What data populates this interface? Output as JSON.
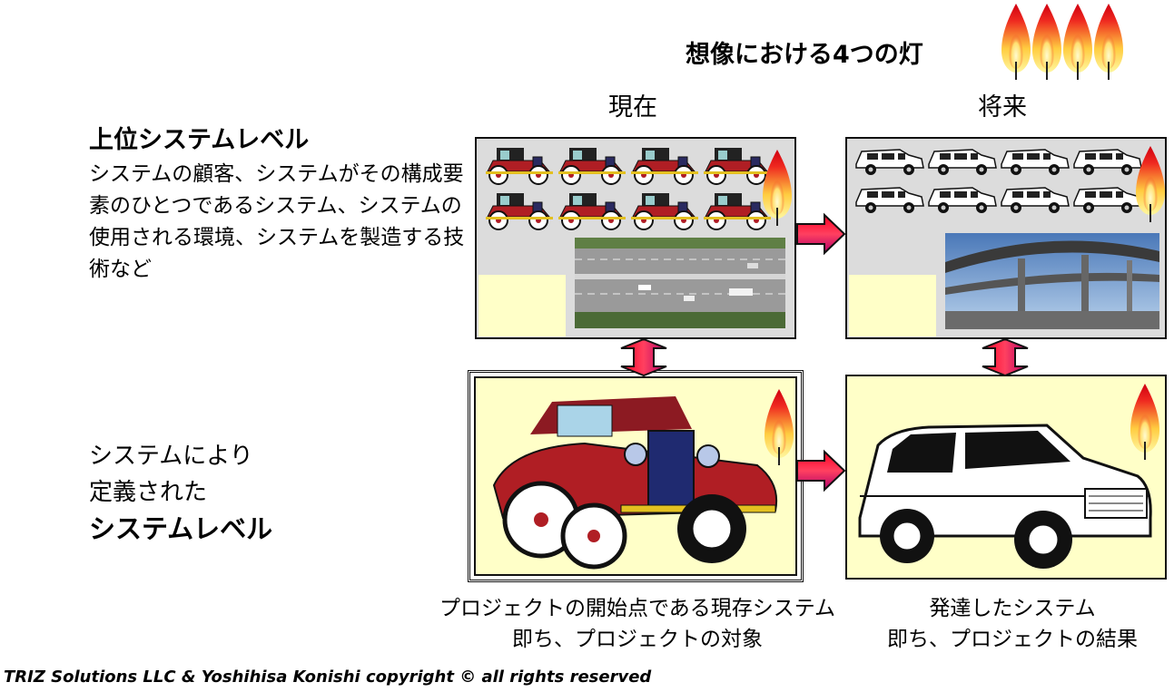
{
  "header": {
    "title": "想像における4つの灯"
  },
  "columns": {
    "present": "現在",
    "future": "将来"
  },
  "upper_level": {
    "heading": "上位システムレベル",
    "description": "システムの顧客、システムがその構成要素のひとつであるシステム、システムの使用される環境、システムを製造する技術など"
  },
  "lower_level": {
    "line1": "システムにより",
    "line2": "定義された",
    "line3": "システムレベル"
  },
  "captions": {
    "present_line1": "プロジェクトの開始点である現存システム",
    "present_line2": "即ち、プロジェクトの対象",
    "future_line1": "発達したシステム",
    "future_line2": "即ち、プロジェクトの結果"
  },
  "footer": {
    "copyright": "TRIZ Solutions LLC & Yoshihisa Konishi copyright © all rights reserved"
  },
  "colors": {
    "flame_red": "#e8181c",
    "flame_yellow": "#fff066",
    "panel_grey": "#dcdcdc",
    "cream": "#ffffc8",
    "arrow_red": "#e8102a",
    "arrow_magenta": "#c0107a"
  }
}
